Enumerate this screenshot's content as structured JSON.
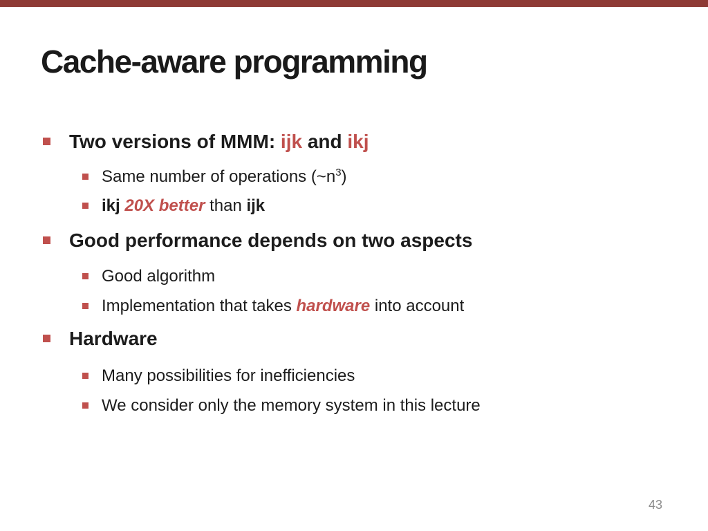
{
  "slide": {
    "title": "Cache-aware programming",
    "page_number": "43",
    "colors": {
      "top_bar": "#8e3a35",
      "accent_red": "#c0504d",
      "title_text": "#1a1a1a",
      "body_text": "#1c1c1c",
      "page_number": "#8a8a8a"
    },
    "content": {
      "items": [
        {
          "level": 1,
          "segments": [
            {
              "text": "Two versions of MMM: ",
              "emphasis": "bold"
            },
            {
              "text": "ijk",
              "emphasis": "bold-red"
            },
            {
              "text": " and ",
              "emphasis": "bold"
            },
            {
              "text": "ikj",
              "emphasis": "bold-red"
            }
          ]
        },
        {
          "level": 2,
          "segments": [
            {
              "text": "Same number of operations (~n",
              "emphasis": "none"
            },
            {
              "text": "3",
              "emphasis": "superscript"
            },
            {
              "text": ")",
              "emphasis": "none"
            }
          ]
        },
        {
          "level": 2,
          "segments": [
            {
              "text": "ikj ",
              "emphasis": "bold"
            },
            {
              "text": "20X better",
              "emphasis": "bold-italic-red"
            },
            {
              "text": " than ",
              "emphasis": "none"
            },
            {
              "text": "ijk",
              "emphasis": "bold"
            }
          ]
        },
        {
          "level": 1,
          "segments": [
            {
              "text": "Good performance depends on two aspects",
              "emphasis": "bold"
            }
          ]
        },
        {
          "level": 2,
          "segments": [
            {
              "text": "Good algorithm",
              "emphasis": "none"
            }
          ]
        },
        {
          "level": 2,
          "segments": [
            {
              "text": "Implementation that takes ",
              "emphasis": "none"
            },
            {
              "text": "hardware",
              "emphasis": "bold-italic-red"
            },
            {
              "text": " into account",
              "emphasis": "none"
            }
          ]
        },
        {
          "level": 1,
          "segments": [
            {
              "text": "Hardware",
              "emphasis": "bold"
            }
          ]
        },
        {
          "level": 2,
          "segments": [
            {
              "text": "Many possibilities for inefficiencies",
              "emphasis": "none"
            }
          ]
        },
        {
          "level": 2,
          "segments": [
            {
              "text": "We consider only the memory system in this lecture",
              "emphasis": "none"
            }
          ]
        }
      ]
    }
  }
}
